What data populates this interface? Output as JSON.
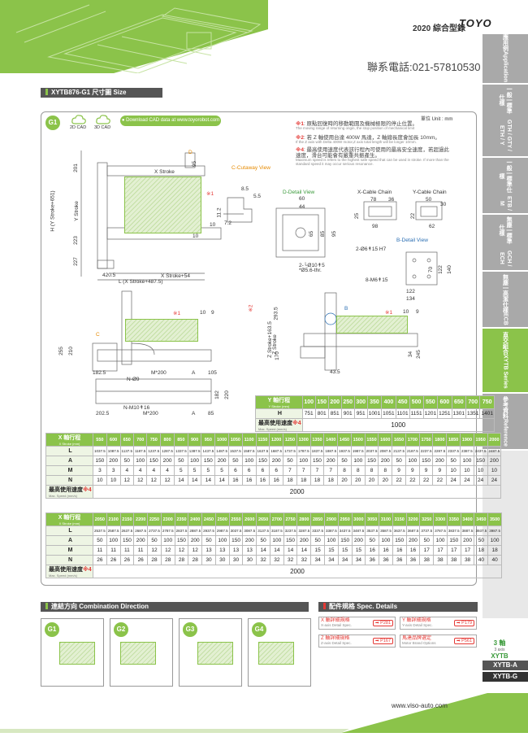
{
  "header": {
    "year_title": "2020 綜合型錄",
    "brand": "TOYO",
    "phone": "聯系電話:021-57810530"
  },
  "side_nav": [
    {
      "zh": "應用例",
      "en": "Application"
    },
    {
      "zh": "一般 | 標準仕樣",
      "en": "GTH / GTY / ETH / Y"
    },
    {
      "zh": "一般 | 標準仕樣",
      "en": "ETB / M"
    },
    {
      "zh": "無塵 | 標準仕樣",
      "en": "GCH / ECH"
    },
    {
      "zh": "無塵 | 高潔仕樣",
      "en": "ECB"
    },
    {
      "zh": "直交組合",
      "en": "XYTB Series"
    },
    {
      "zh": "參考資料",
      "en": "Reference"
    }
  ],
  "section_title": "XYTB876-G1 尺寸圖 Size",
  "badge": "G1",
  "cad": {
    "cad2d": "2D CAD",
    "cad3d": "3D CAD",
    "download": "● Download CAD data at www.toyorobot.com"
  },
  "unit": "單位 Unit : mm",
  "notes": [
    {
      "mark": "※1",
      "zh": ": 原點回復時的移動範圍及機械極限的停止位置。",
      "en": "The moving range of returning origin, the stop position of mechanical limit"
    },
    {
      "mark": "※2",
      "zh": ": 若 Z 軸使用台達 400W 馬達，Z 軸總長度會加長 10mm。",
      "en": "If the Z axis with Delta 400W motor,Z axis total length will be longer 10mm."
    },
    {
      "mark": "※4",
      "zh": ": 最高使用速度代表該行程內可使用的最高安全速度，若超過此速度，滑台可能會有嚴重共振產生。",
      "en": "Maximum speed is refers to the highest safe speed that can be used in stroke. If more than the standard speed it may occur serious resonance."
    }
  ],
  "dims": {
    "d201": "201",
    "d223": "223",
    "d227": "227",
    "hstroke": "H (Y Stroke+651)",
    "ystroke": "Y Stroke",
    "xstroke": "X Stroke",
    "d420": "420.5",
    "xs54": "X Stroke+54",
    "lxs": "L (X Stroke+487.5)",
    "d95": "95",
    "dD": "D",
    "d10": "10",
    "d11": "11.2",
    "d7": "7.2",
    "d85": "8.5",
    "d55": "5.5",
    "d60": "60",
    "d44": "44",
    "d65": "65",
    "d85b": "85",
    "d95b": "95",
    "hole1": "2-└Ø10↟5",
    "hole1b": "*Ø5.6-thr.",
    "d78": "78",
    "d36": "36",
    "d25": "25",
    "d98": "98",
    "d50": "50",
    "d30": "30",
    "d22": "22",
    "d62": "62",
    "h7": "2-Ø6↟15 H7",
    "m6": "8-M6↟15",
    "d70": "70",
    "d122": "122",
    "d140": "140",
    "d122b": "122",
    "d134": "134",
    "d10b": "10",
    "d9": "9",
    "d255": "255",
    "d210": "210",
    "d1825": "182.5",
    "m200": "M*200",
    "dA": "A",
    "d105": "105",
    "n9": "N-Ø9",
    "d182": "182",
    "d220": "220",
    "m10": "N-M10↟16",
    "d2025": "202.5",
    "m200b": "M*200",
    "dA2": "A",
    "d85c": "85",
    "zs": "Z Stroke",
    "zs163": "Z Stroke+163.5",
    "d2935": "293.5",
    "d170": "170",
    "d435": "43.5",
    "d34": "34",
    "d245": "245",
    "d10c": "10",
    "d9b": "9",
    "r1": "※1",
    "r1b": "※1",
    "r1c": "※1",
    "r2": "※2",
    "dC": "C",
    "dB": "B"
  },
  "views": {
    "ccut": "C-Cutaway View",
    "ddet": "D-Detail View",
    "xcab": "X-Cable Chain",
    "ycab": "Y-Cable Chain",
    "bdet": "B-Detail View"
  },
  "y_table": {
    "label": "Y 軸行程",
    "label_en": "Y Stroke (mm)",
    "strokes": [
      "100",
      "150",
      "200",
      "250",
      "300",
      "350",
      "400",
      "450",
      "500",
      "550",
      "600",
      "650",
      "700",
      "750"
    ],
    "h_label": "H",
    "h": [
      "751",
      "801",
      "851",
      "901",
      "951",
      "1001",
      "1051",
      "1101",
      "1151",
      "1201",
      "1251",
      "1301",
      "1351",
      "1401"
    ],
    "speed_label": "最高使用速度",
    "speed_mark": "※4",
    "speed_en": "Max. Speed (mm/s)",
    "speed": "1000"
  },
  "x_table1": {
    "label": "X 軸行程",
    "label_en": "X Stroke (mm)",
    "strokes": [
      "550",
      "600",
      "650",
      "700",
      "750",
      "800",
      "850",
      "900",
      "950",
      "1000",
      "1050",
      "1100",
      "1150",
      "1200",
      "1250",
      "1300",
      "1350",
      "1400",
      "1450",
      "1500",
      "1550",
      "1600",
      "1650",
      "1700",
      "1750",
      "1800",
      "1850",
      "1900",
      "1950",
      "2000"
    ],
    "L": [
      "1037.5",
      "1087.5",
      "1137.5",
      "1187.5",
      "1237.5",
      "1287.5",
      "1337.5",
      "1387.5",
      "1437.5",
      "1487.5",
      "1537.5",
      "1587.5",
      "1637.5",
      "1687.5",
      "1737.5",
      "1787.5",
      "1837.5",
      "1887.5",
      "1937.5",
      "1987.5",
      "2037.5",
      "2087.5",
      "2137.5",
      "2187.5",
      "2237.5",
      "2287.5",
      "2337.5",
      "2387.5",
      "2437.5",
      "2487.5"
    ],
    "A": [
      "150",
      "200",
      "50",
      "100",
      "150",
      "200",
      "50",
      "100",
      "150",
      "200",
      "50",
      "100",
      "150",
      "200",
      "50",
      "100",
      "150",
      "200",
      "50",
      "100",
      "150",
      "200",
      "50",
      "100",
      "150",
      "200",
      "50",
      "100",
      "150",
      "200"
    ],
    "M": [
      "3",
      "3",
      "4",
      "4",
      "4",
      "4",
      "5",
      "5",
      "5",
      "5",
      "6",
      "6",
      "6",
      "6",
      "7",
      "7",
      "7",
      "7",
      "8",
      "8",
      "8",
      "8",
      "9",
      "9",
      "9",
      "9",
      "10",
      "10",
      "10",
      "10"
    ],
    "N": [
      "10",
      "10",
      "12",
      "12",
      "12",
      "12",
      "14",
      "14",
      "14",
      "14",
      "16",
      "16",
      "16",
      "16",
      "18",
      "18",
      "18",
      "18",
      "20",
      "20",
      "20",
      "20",
      "22",
      "22",
      "22",
      "22",
      "24",
      "24",
      "24",
      "24"
    ],
    "speed": "2000"
  },
  "x_table2": {
    "strokes": [
      "2050",
      "2100",
      "2150",
      "2200",
      "2250",
      "2300",
      "2350",
      "2400",
      "2450",
      "2500",
      "2550",
      "2600",
      "2650",
      "2700",
      "2750",
      "2800",
      "2850",
      "2900",
      "2950",
      "3000",
      "3050",
      "3100",
      "3150",
      "3200",
      "3250",
      "3300",
      "3350",
      "3400",
      "3450",
      "3500"
    ],
    "L": [
      "2537.5",
      "2587.5",
      "2637.5",
      "2687.5",
      "2737.5",
      "2787.5",
      "2837.5",
      "2887.5",
      "2937.5",
      "2987.5",
      "3037.5",
      "3087.5",
      "3137.5",
      "3187.5",
      "3237.5",
      "3287.5",
      "3337.5",
      "3387.5",
      "3437.5",
      "3487.5",
      "3537.5",
      "3587.5",
      "3637.5",
      "3687.5",
      "3737.5",
      "3787.5",
      "3837.5",
      "3887.5",
      "3937.5",
      "3987.5"
    ],
    "A": [
      "50",
      "100",
      "150",
      "200",
      "50",
      "100",
      "150",
      "200",
      "50",
      "100",
      "150",
      "200",
      "50",
      "100",
      "150",
      "200",
      "50",
      "100",
      "150",
      "200",
      "50",
      "100",
      "150",
      "200",
      "50",
      "100",
      "150",
      "200",
      "50",
      "100"
    ],
    "M": [
      "11",
      "11",
      "11",
      "11",
      "12",
      "12",
      "12",
      "12",
      "13",
      "13",
      "13",
      "13",
      "14",
      "14",
      "14",
      "14",
      "15",
      "15",
      "15",
      "15",
      "16",
      "16",
      "16",
      "16",
      "17",
      "17",
      "17",
      "17",
      "18",
      "18"
    ],
    "N": [
      "26",
      "26",
      "26",
      "26",
      "28",
      "28",
      "28",
      "28",
      "30",
      "30",
      "30",
      "30",
      "32",
      "32",
      "32",
      "32",
      "34",
      "34",
      "34",
      "34",
      "36",
      "36",
      "36",
      "36",
      "38",
      "38",
      "38",
      "38",
      "40",
      "40"
    ],
    "speed": "2000"
  },
  "row_labels": {
    "L": "L",
    "A": "A",
    "M": "M",
    "N": "N"
  },
  "combo": {
    "title": "連結方向 Combination Direction",
    "badges": [
      "G1",
      "G2",
      "G3",
      "G4"
    ]
  },
  "specs": {
    "title": "配件規格 Spec. Details",
    "items": [
      {
        "zh": "X 軸詳細規格",
        "en": "X-axis Detail Spec.",
        "page": "➡ P281"
      },
      {
        "zh": "Y 軸詳細規格",
        "en": "Y-axis Detail Spec.",
        "page": "➡ P179"
      },
      {
        "zh": "Z 軸詳細規格",
        "en": "Z-axis Detail Spec.",
        "page": "➡ P167"
      },
      {
        "zh": "馬達品牌選定",
        "en": "Motor Brand Options",
        "page": "➡ P561"
      }
    ]
  },
  "axis3": {
    "zh": "3 軸",
    "en": "3 axis",
    "model": "XYTB"
  },
  "mod_tabs": [
    "XYTB-A",
    "XYTB-G"
  ],
  "footer": {
    "url": "www.viso-auto.com"
  },
  "colors": {
    "accent": "#8bc34a",
    "red": "#e53935",
    "dark": "#555555"
  }
}
